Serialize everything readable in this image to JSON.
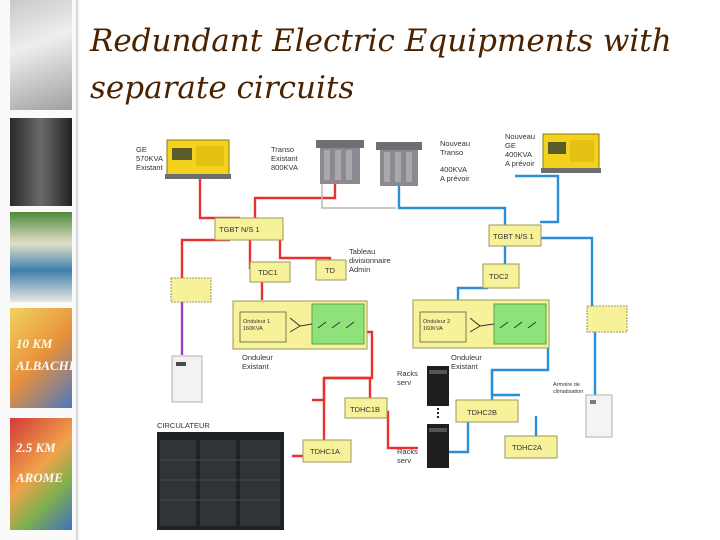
{
  "slide": {
    "title_line1": "Redundant Electric Equipments with",
    "title_line2": "separate circuits"
  },
  "sidebar": {
    "map_labels": [
      "10 KM",
      "ALBACHIR",
      "2.5 KM",
      "AROME"
    ]
  },
  "diagram": {
    "ge_existing": [
      "GE",
      "570KVA",
      "Existant"
    ],
    "trafo_existing": [
      "Transo",
      "Existant",
      "800KVA"
    ],
    "trafo_new": [
      "Nouveau",
      "Transo",
      "400KVA",
      "A prévoir"
    ],
    "ge_new": [
      "Nouveau",
      "GE",
      "400KVA",
      "A prévoir"
    ],
    "tgbt1": "TGBT N/S 1",
    "tgbt2": "TGBT N/S 1",
    "tableau": [
      "Tableau",
      "divisionnaire",
      "Admin"
    ],
    "tdc1": "TDC1",
    "td": "TD",
    "tdc2": "TDC2",
    "onduleur1_label": [
      "Onduleur 1",
      "160KVA"
    ],
    "onduleur2_label": [
      "Onduleur 2",
      "160KVA"
    ],
    "onduleur_existant": [
      "Onduleur",
      "Existant"
    ],
    "racks1": [
      "Racks",
      "serv"
    ],
    "racks2": [
      "Racks",
      "serv"
    ],
    "tdhc1b": "TDHC1B",
    "tdhc2b": "TDHC2B",
    "tdhc1a": "TDHC1A",
    "tdhc2a": "TDHC2A",
    "circulateur": "CIRCULATEUR",
    "armoire": [
      "Armoire de",
      "climatisation"
    ]
  },
  "colors": {
    "title": "#4a2200",
    "red_line": "#e8322f",
    "blue_line": "#2a8fd6",
    "purple_line": "#9b3fc0",
    "box_yellow": "#f7f299",
    "box_green": "#8ee27a",
    "box_border": "#9a9a5a"
  }
}
